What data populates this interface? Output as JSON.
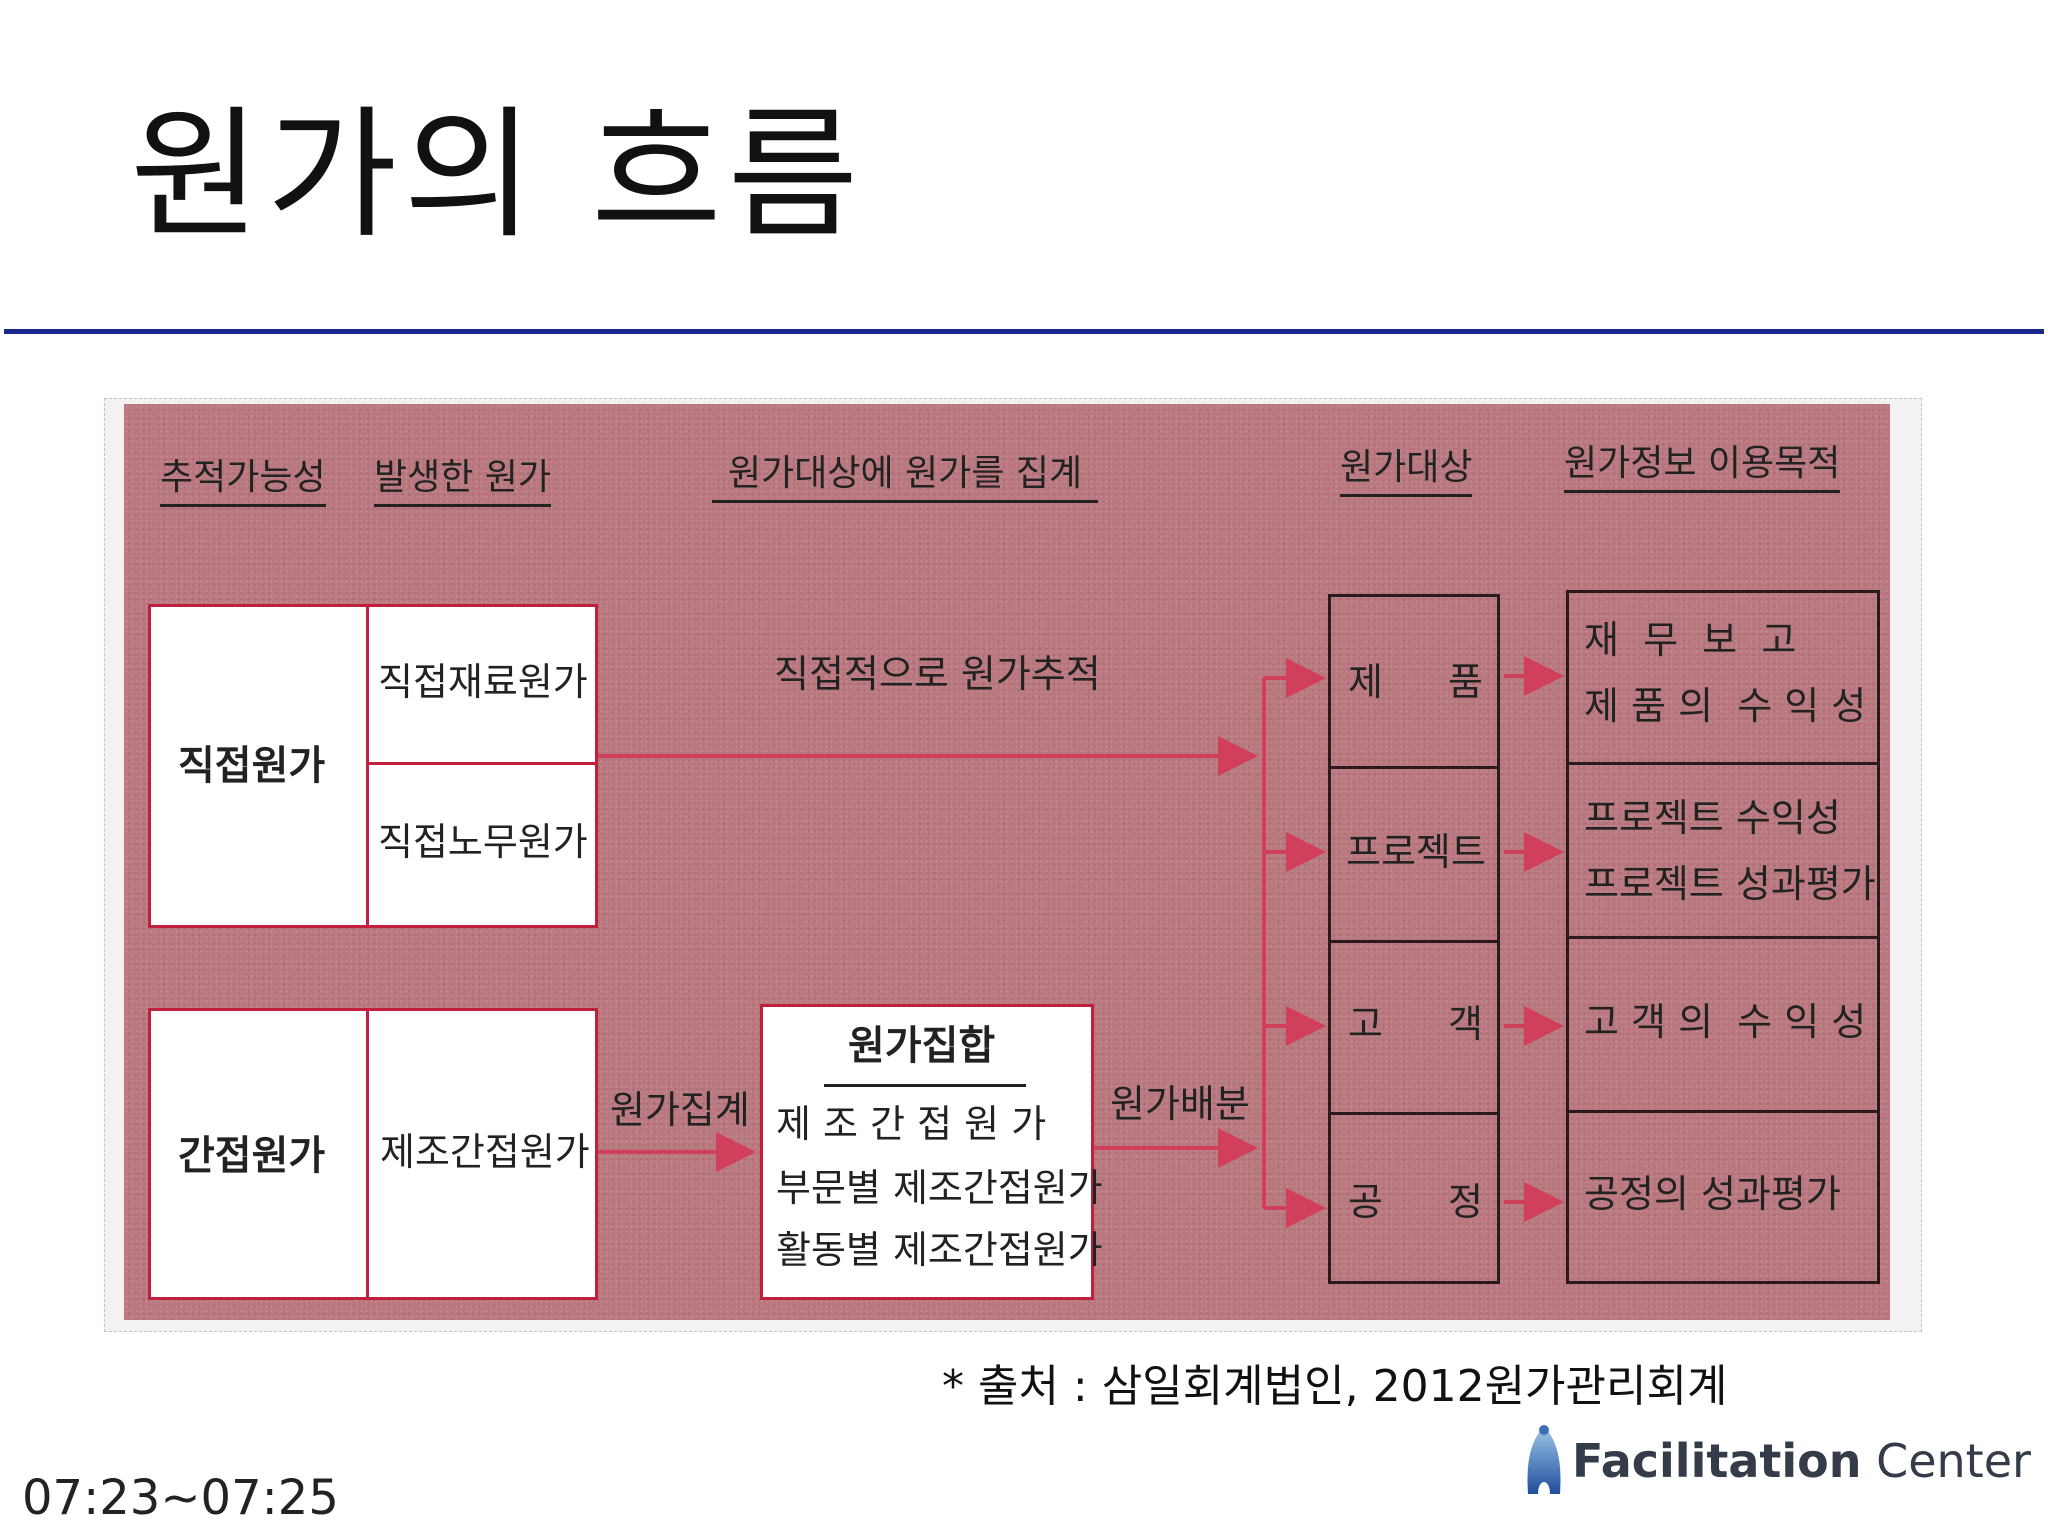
{
  "slide": {
    "title": "원가의 흐름",
    "source": "* 출처 : 삼일회계법인, 2012원가관리회계",
    "timestamp": "07:23~07:25",
    "logo_bold": "Facilitation",
    "logo_regular": " Center"
  },
  "diagram": {
    "headers": {
      "traceability": "추적가능성",
      "cost_incurred": "발생한 원가",
      "aggregation": "원가대상에 원가를 집계",
      "cost_object": "원가대상",
      "purpose": "원가정보 이용목적"
    },
    "direct": {
      "label": "직접원가",
      "material": "직접재료원가",
      "labor": "직접노무원가",
      "trace_label": "직접적으로 원가추적"
    },
    "indirect": {
      "label": "간접원가",
      "overhead": "제조간접원가",
      "collect_label": "원가집계",
      "allocate_label": "원가배분"
    },
    "cost_pool": {
      "title": "원가집합",
      "line1": "제 조 간 접 원 가",
      "line2": "부문별 제조간접원가",
      "line3": "활동별 제조간접원가"
    },
    "cost_objects": {
      "product_a": "제",
      "product_b": "품",
      "project": "프로젝트",
      "customer_a": "고",
      "customer_b": "객",
      "process_a": "공",
      "process_b": "정"
    },
    "purposes": {
      "p1_line1": "재  무  보  고",
      "p1_line2": "제 품 의  수 익 성",
      "p2_line1": "프로젝트 수익성",
      "p2_line2": "프로젝트 성과평가",
      "p3": "고 객 의  수 익 성",
      "p4": "공정의 성과평가"
    },
    "colors": {
      "background": "#b9787f",
      "arrow": "#d0405a",
      "box_border": "#c0203c"
    }
  }
}
